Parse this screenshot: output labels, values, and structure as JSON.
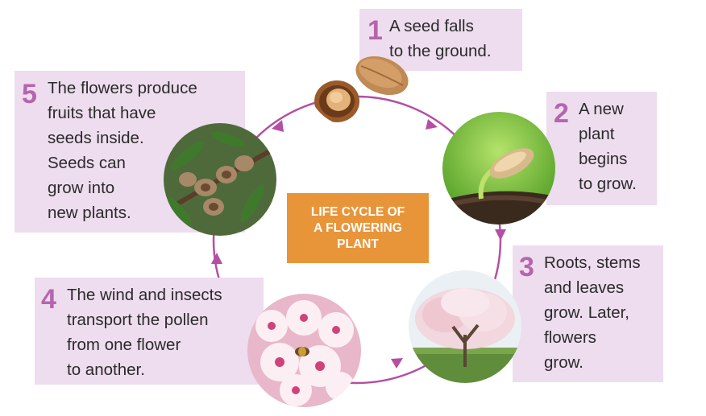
{
  "center_label": "LIFE CYCLE OF\nA FLOWERING\nPLANT",
  "steps": [
    {
      "number": "1",
      "text": "A seed falls\nto the ground."
    },
    {
      "number": "2",
      "text": "A new\nplant\nbegins\nto grow."
    },
    {
      "number": "3",
      "text": "Roots, stems\nand leaves\ngrow. Later,\nflowers\ngrow."
    },
    {
      "number": "4",
      "text": "The wind and insects\ntransport the pollen\nfrom one flower\nto another."
    },
    {
      "number": "5",
      "text": "The flowers produce\nfruits that have\nseeds inside.\nSeeds can\ngrow into\nnew plants."
    }
  ],
  "colors": {
    "box_fill": "#eedcef",
    "number_color": "#b565ad",
    "cycle_line": "#b44fa4",
    "center_fill": "#e8953a",
    "center_text": "#ffffff"
  },
  "images": [
    "almond-seed-image",
    "seedling-image",
    "flowering-tree-image",
    "blossom-with-bee-image",
    "almond-fruits-on-branch-image"
  ]
}
